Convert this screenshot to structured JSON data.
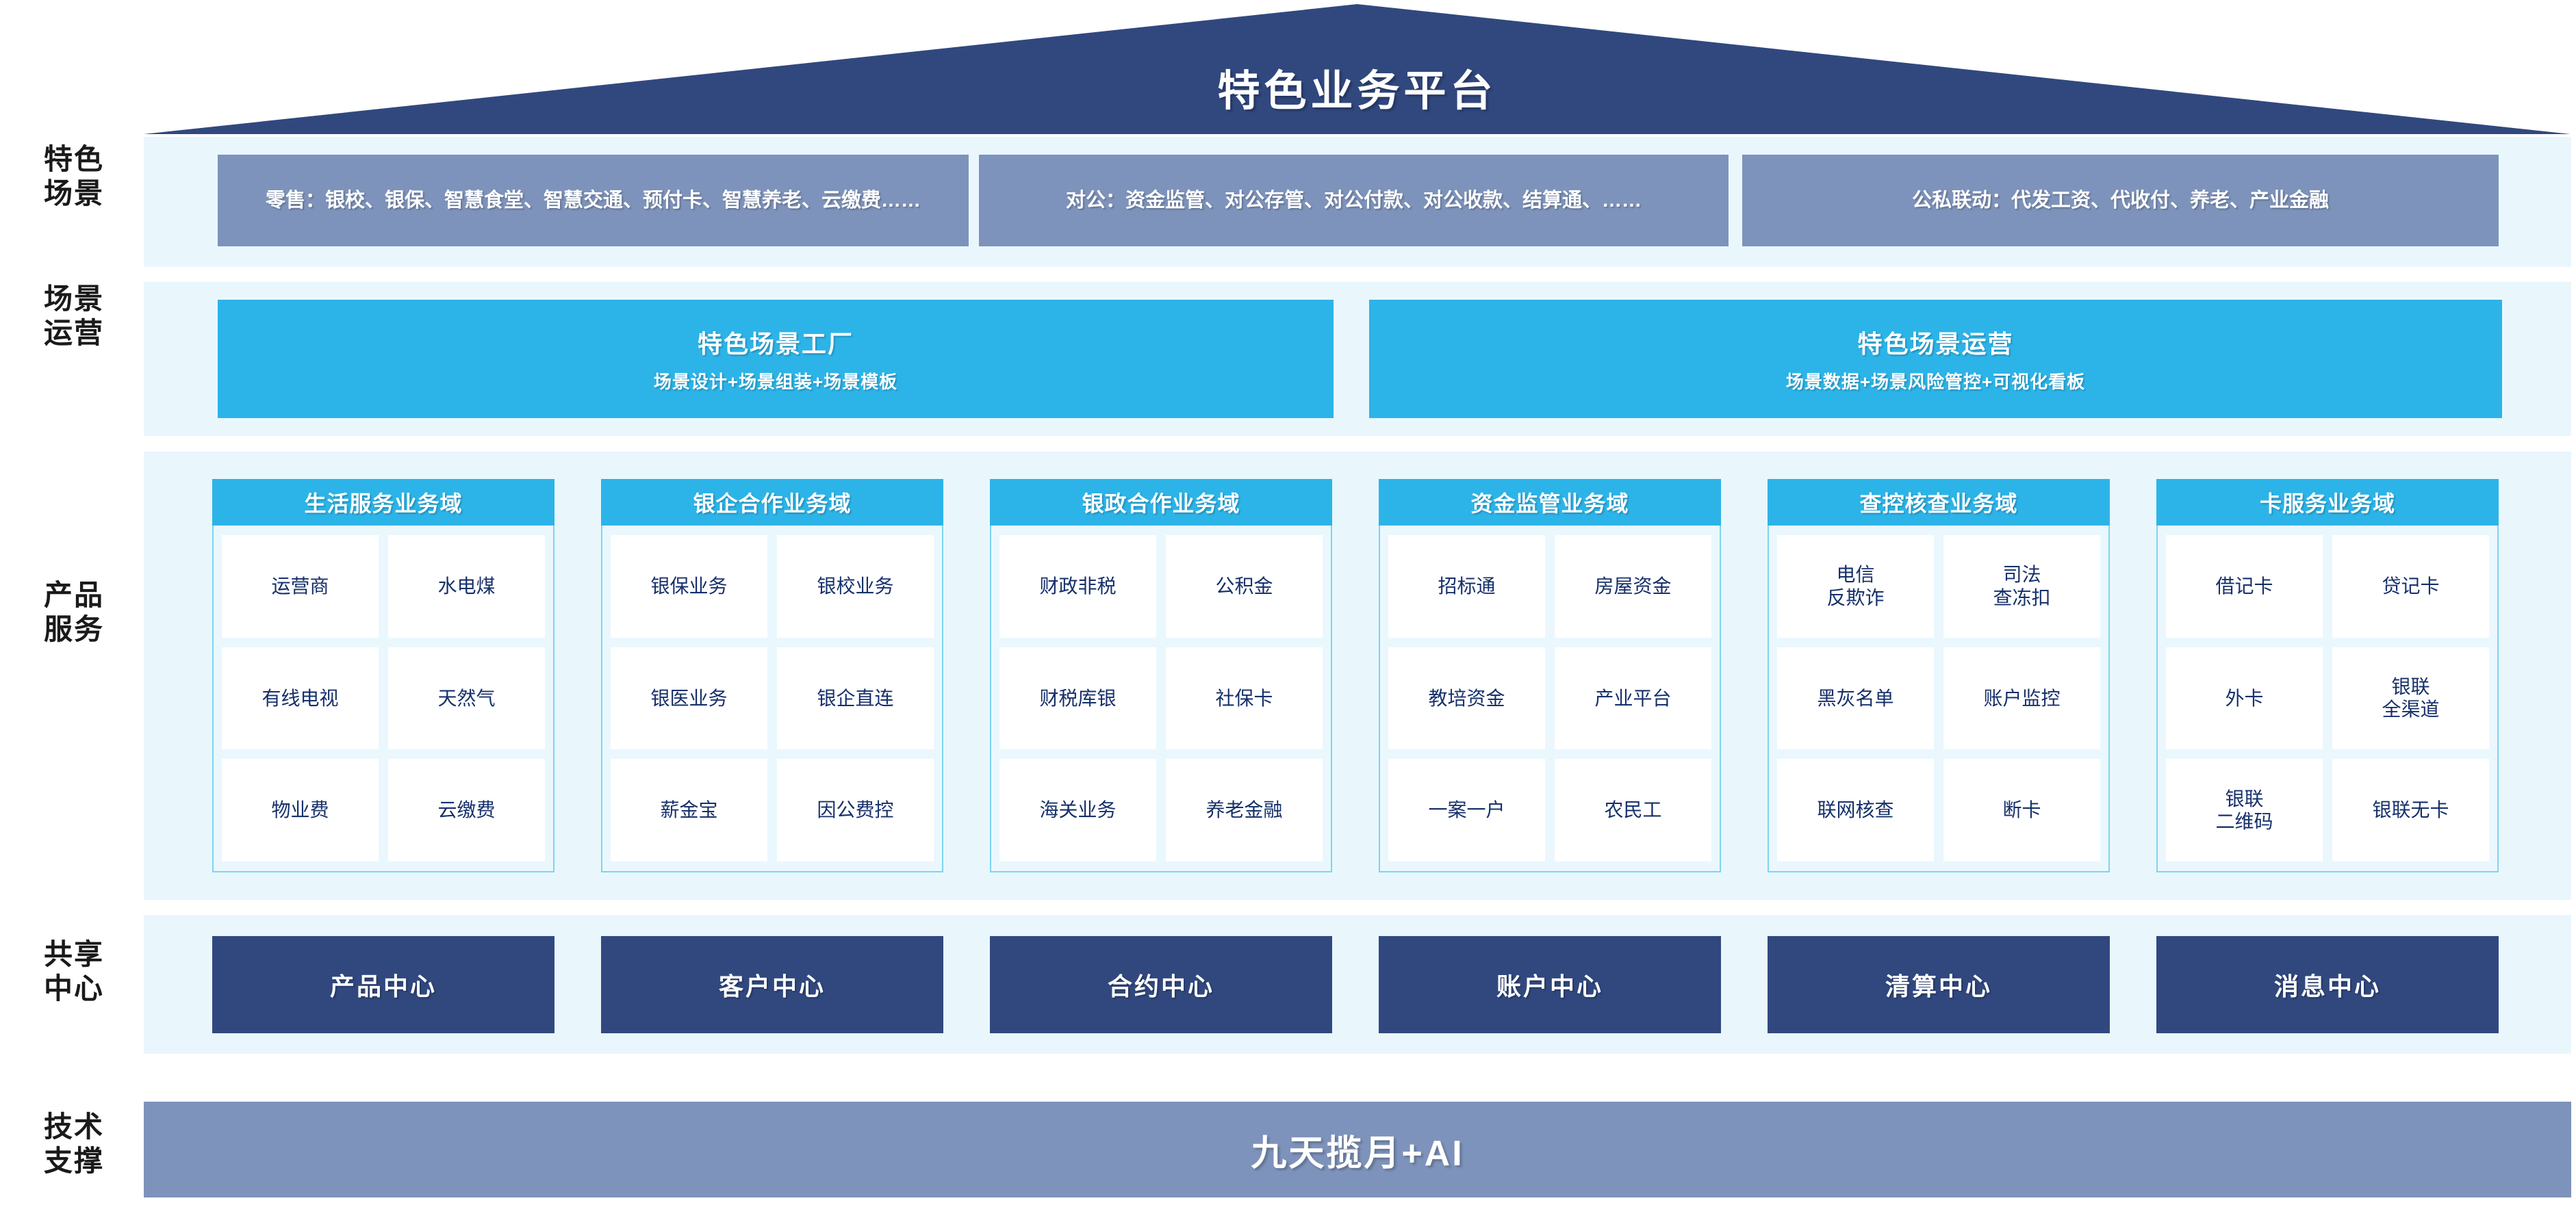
{
  "title": "特色业务平台",
  "row_labels": [
    {
      "id": "scenarios",
      "label": "特色\n场景"
    },
    {
      "id": "operations",
      "label": "场景\n运营"
    },
    {
      "id": "products",
      "label": "产品\n服务"
    },
    {
      "id": "shared",
      "label": "共享\n中心"
    },
    {
      "id": "tech",
      "label": "技术\n支撑"
    }
  ],
  "scenarios": {
    "boxes": [
      {
        "id": "retail",
        "text": "零售：银校、银保、智慧食堂、智慧交通、预付卡、智慧养老、云缴费……"
      },
      {
        "id": "corporate",
        "text": "对公：资金监管、对公存管、对公付款、对公收款、结算通、……"
      },
      {
        "id": "linkage",
        "text": "公私联动：代发工资、代收付、养老、产业金融"
      }
    ]
  },
  "operations": {
    "boxes": [
      {
        "id": "scene-factory",
        "title": "特色场景工厂",
        "subtitle": "场景设计+场景组装+场景模板"
      },
      {
        "id": "scene-operation",
        "title": "特色场景运营",
        "subtitle": "场景数据+场景风险管控+可视化看板"
      }
    ]
  },
  "products": {
    "cards": [
      {
        "id": "life-service",
        "title": "生活服务业务域",
        "cells": [
          "运营商",
          "水电煤",
          "有线电视",
          "天然气",
          "物业费",
          "云缴费"
        ]
      },
      {
        "id": "bank-enterprise",
        "title": "银企合作业务域",
        "cells": [
          "银保业务",
          "银校业务",
          "银医业务",
          "银企直连",
          "薪金宝",
          "因公费控"
        ]
      },
      {
        "id": "bank-government",
        "title": "银政合作业务域",
        "cells": [
          "财政非税",
          "公积金",
          "财税库银",
          "社保卡",
          "海关业务",
          "养老金融"
        ]
      },
      {
        "id": "fund-supervision",
        "title": "资金监管业务域",
        "cells": [
          "招标通",
          "房屋资金",
          "教培资金",
          "产业平台",
          "一案一户",
          "农民工"
        ]
      },
      {
        "id": "investigation-control",
        "title": "查控核查业务域",
        "cells": [
          "电信\n反欺诈",
          "司法\n查冻扣",
          "黑灰名单",
          "账户监控",
          "联网核查",
          "断卡"
        ]
      },
      {
        "id": "card-service",
        "title": "卡服务业务域",
        "cells": [
          "借记卡",
          "贷记卡",
          "外卡",
          "银联\n全渠道",
          "银联\n二维码",
          "银联无卡"
        ]
      }
    ]
  },
  "shared_centers": {
    "boxes": [
      {
        "id": "product-center",
        "label": "产品中心"
      },
      {
        "id": "customer-center",
        "label": "客户中心"
      },
      {
        "id": "contract-center",
        "label": "合约中心"
      },
      {
        "id": "account-center",
        "label": "账户中心"
      },
      {
        "id": "clearing-center",
        "label": "清算中心"
      },
      {
        "id": "message-center",
        "label": "消息中心"
      }
    ]
  },
  "tech_support": {
    "label": "九天揽月+AI"
  },
  "colors": {
    "dark_blue": "#31487f",
    "slate_blue": "#7e93bb",
    "cyan": "#2cb4e8",
    "band_bg": "#e9f7fd",
    "card_body": "#eaf8fe",
    "cell_text": "#16306b"
  }
}
